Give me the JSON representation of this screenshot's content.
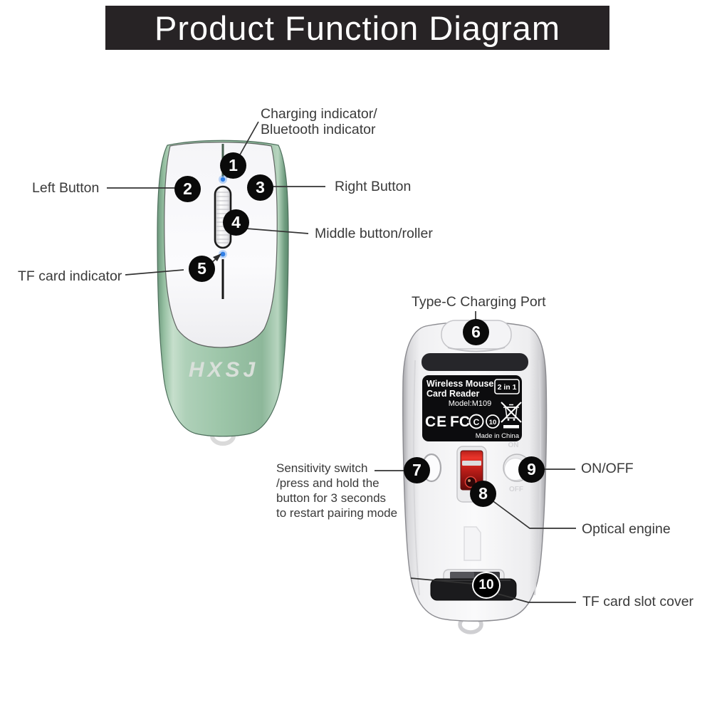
{
  "title": "Product Function Diagram",
  "brand": "HXSJ",
  "callouts": {
    "c1": {
      "num": "1",
      "label": "Charging indicator/\nBluetooth indicator"
    },
    "c2": {
      "num": "2",
      "label": "Left Button"
    },
    "c3": {
      "num": "3",
      "label": "Right Button"
    },
    "c4": {
      "num": "4",
      "label": "Middle button/roller"
    },
    "c5": {
      "num": "5",
      "label": "TF card indicator"
    },
    "c6": {
      "num": "6",
      "label": "Type-C Charging Port"
    },
    "c7": {
      "num": "7",
      "label": "Sensitivity switch\n/press and hold the\nbutton for 3 seconds\nto restart pairing mode"
    },
    "c8": {
      "num": "8",
      "label": "Optical engine"
    },
    "c9": {
      "num": "9",
      "label": "ON/OFF"
    },
    "c10": {
      "num": "10",
      "label": "TF card slot cover"
    }
  },
  "sticker": {
    "product_line1": "Wireless Mouse",
    "product_line2": "Card Reader",
    "badge_2in1": "2 in 1",
    "model": "Model:M109",
    "cert_ce": "CE",
    "cert_fcc": "FC",
    "cert_fcc_c": "C",
    "cert_circle10": "10",
    "made_in": "Made in China"
  },
  "power_switch": {
    "on_label": "ON",
    "off_label": "OFF"
  },
  "colors": {
    "title_bg": "#272325",
    "mouse_green": "#9cc5a8",
    "led_blue": "#2f7fe6",
    "sensor_red": "#c41e1e",
    "sticker_bg": "#0c0c0e"
  }
}
